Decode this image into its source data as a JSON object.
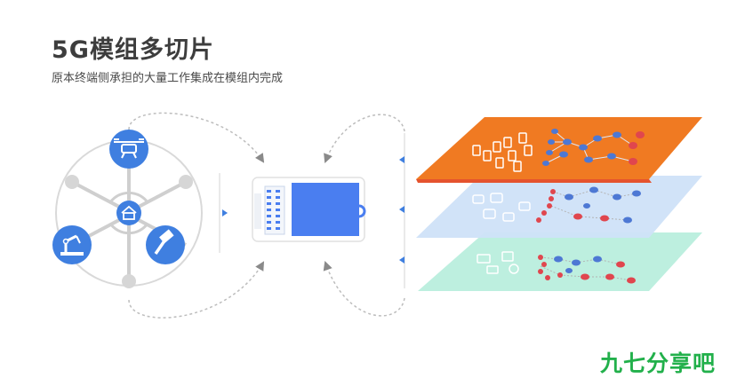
{
  "header": {
    "title": "5G模组多切片",
    "subtitle": "原本终端侧承担的大量工作集成在模组内完成"
  },
  "watermark": {
    "text": "九七分享吧"
  },
  "icons": {
    "top": "drone-icon",
    "center": "smart-home-icon",
    "bottom_left": "robot-arm-icon",
    "bottom_right": "hammer-icon",
    "module": "5g-module-chip-icon"
  },
  "colors": {
    "accent_blue": "#3f7fe0",
    "module_blue": "#4a7ef0",
    "slice_orange": "#f07a22",
    "slice_blue": "#cfe2f8",
    "slice_green": "#b9eedd",
    "node_red": "#e0464e",
    "node_blue": "#4d78d4",
    "watermark_green": "#22b04b"
  }
}
